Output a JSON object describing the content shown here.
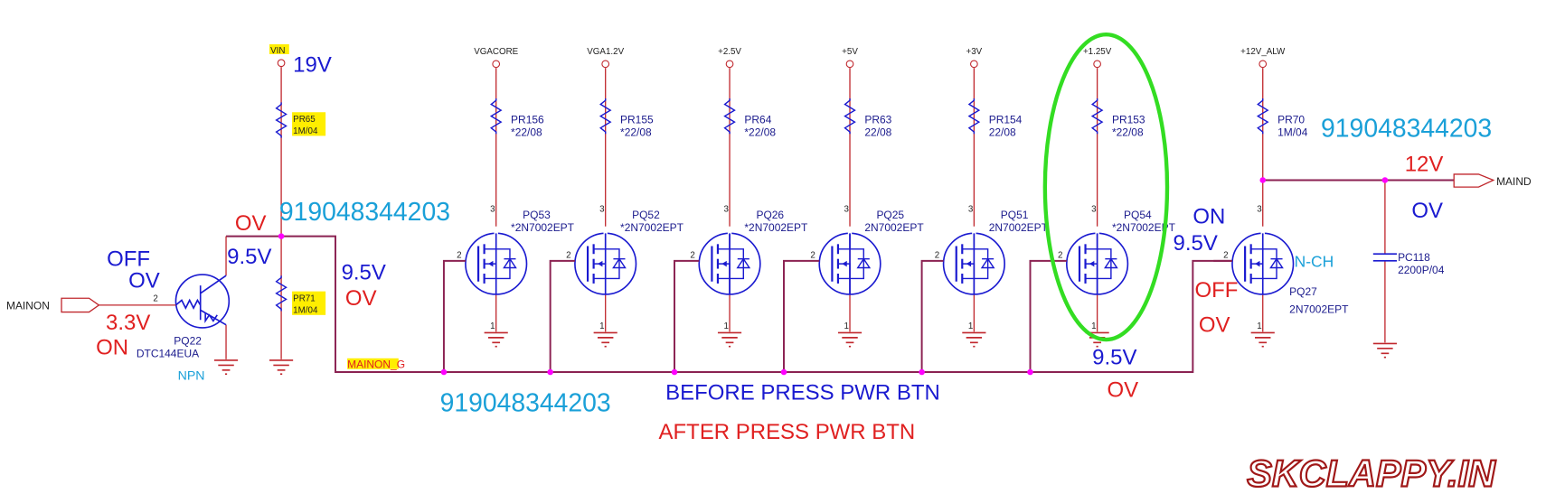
{
  "vin": {
    "net": "VIN",
    "voltage": "19V"
  },
  "pr65": {
    "ref": "PR65",
    "value": "1M/04"
  },
  "pr71": {
    "ref": "PR71",
    "value": "1M/04"
  },
  "pq22": {
    "ref": "PQ22",
    "part": "DTC144EUA",
    "type": "NPN"
  },
  "mainon_port": "MAINON",
  "mainon_g": {
    "highlight": "MAINON",
    "suffix": "_G"
  },
  "maind_port": "MAIND",
  "annotations": {
    "off": "OFF",
    "off_0v": "OV",
    "on_3v3": "3.3V",
    "on": "ON",
    "node_0v": "OV",
    "node_9v5": "9.5V",
    "bus_9v5": "9.5V",
    "bus_0v": "OV",
    "phone1": "919048344203",
    "phone2": "919048344203",
    "phone3": "919048344203",
    "pq27_on": "ON",
    "pq27_9v5": "9.5V",
    "pq27_off": "OFF",
    "pq27_0v": "OV",
    "maind_12v": "12V",
    "maind_0v": "OV",
    "bottom_9v5": "9.5V",
    "bottom_0v": "OV",
    "before": "BEFORE PRESS PWR BTN",
    "after": "AFTER PRESS PWR BTN",
    "nch": "N-CH"
  },
  "mosfets": [
    {
      "rail": "VGACORE",
      "res": "PR156",
      "res_val": "*22/08",
      "ref": "PQ53",
      "part": "*2N7002EPT"
    },
    {
      "rail": "VGA1.2V",
      "res": "PR155",
      "res_val": "*22/08",
      "ref": "PQ52",
      "part": "*2N7002EPT"
    },
    {
      "rail": "+2.5V",
      "res": "PR64",
      "res_val": "*22/08",
      "ref": "PQ26",
      "part": "*2N7002EPT"
    },
    {
      "rail": "+5V",
      "res": "PR63",
      "res_val": "22/08",
      "ref": "PQ25",
      "part": "2N7002EPT"
    },
    {
      "rail": "+3V",
      "res": "PR154",
      "res_val": "22/08",
      "ref": "PQ51",
      "part": "2N7002EPT"
    },
    {
      "rail": "+1.25V",
      "res": "PR153",
      "res_val": "*22/08",
      "ref": "PQ54",
      "part": "*2N7002EPT"
    }
  ],
  "pq27": {
    "rail": "+12V_ALW",
    "res": "PR70",
    "res_val": "1M/04",
    "ref": "PQ27",
    "part": "2N7002EPT"
  },
  "pc118": {
    "ref": "PC118",
    "value": "2200P/04"
  },
  "pins": {
    "one": "1",
    "two": "2",
    "three": "3"
  },
  "watermark": "SKCLAPPY.IN",
  "colors": {
    "wire": "#c0272d",
    "bus": "#8b2252",
    "symbol": "#1a1ad0",
    "junction": "#ff00ff",
    "highlight": "#ffee00",
    "ellipse": "#33dd22",
    "phone": "#1aa0d8"
  }
}
